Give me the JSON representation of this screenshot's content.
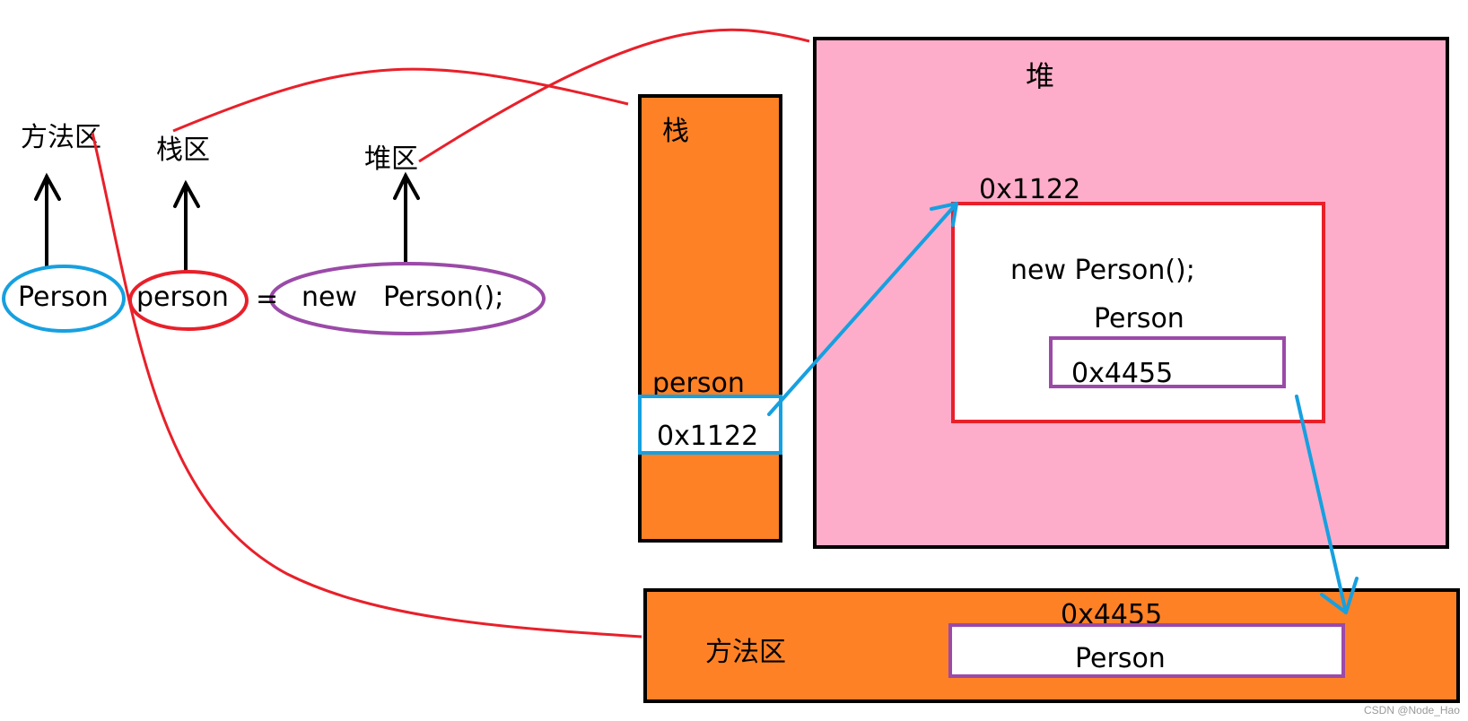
{
  "colors": {
    "red": "#e8202a",
    "blue": "#16a0e0",
    "purple": "#9b4aa8",
    "orange": "#fe8126",
    "pink": "#fdadc9",
    "black": "#000000",
    "white": "#ffffff"
  },
  "legend": {
    "method_area_label": "方法区",
    "stack_area_label": "栈区",
    "heap_area_label": "堆区"
  },
  "statement": {
    "type_name": "Person",
    "variable_name": "person",
    "equals_sign": "=",
    "new_keyword": "new",
    "constructor_call": "Person();"
  },
  "stack": {
    "title": "栈",
    "variable_label": "person",
    "variable_value": "0x1122"
  },
  "heap": {
    "title": "堆",
    "object_address": "0x1122",
    "object_expression": "new Person();",
    "class_label": "Person",
    "class_ref_value": "0x4455"
  },
  "method_area": {
    "title": "方法区",
    "class_address": "0x4455",
    "class_name": "Person"
  },
  "watermark": "CSDN @Node_Hao"
}
